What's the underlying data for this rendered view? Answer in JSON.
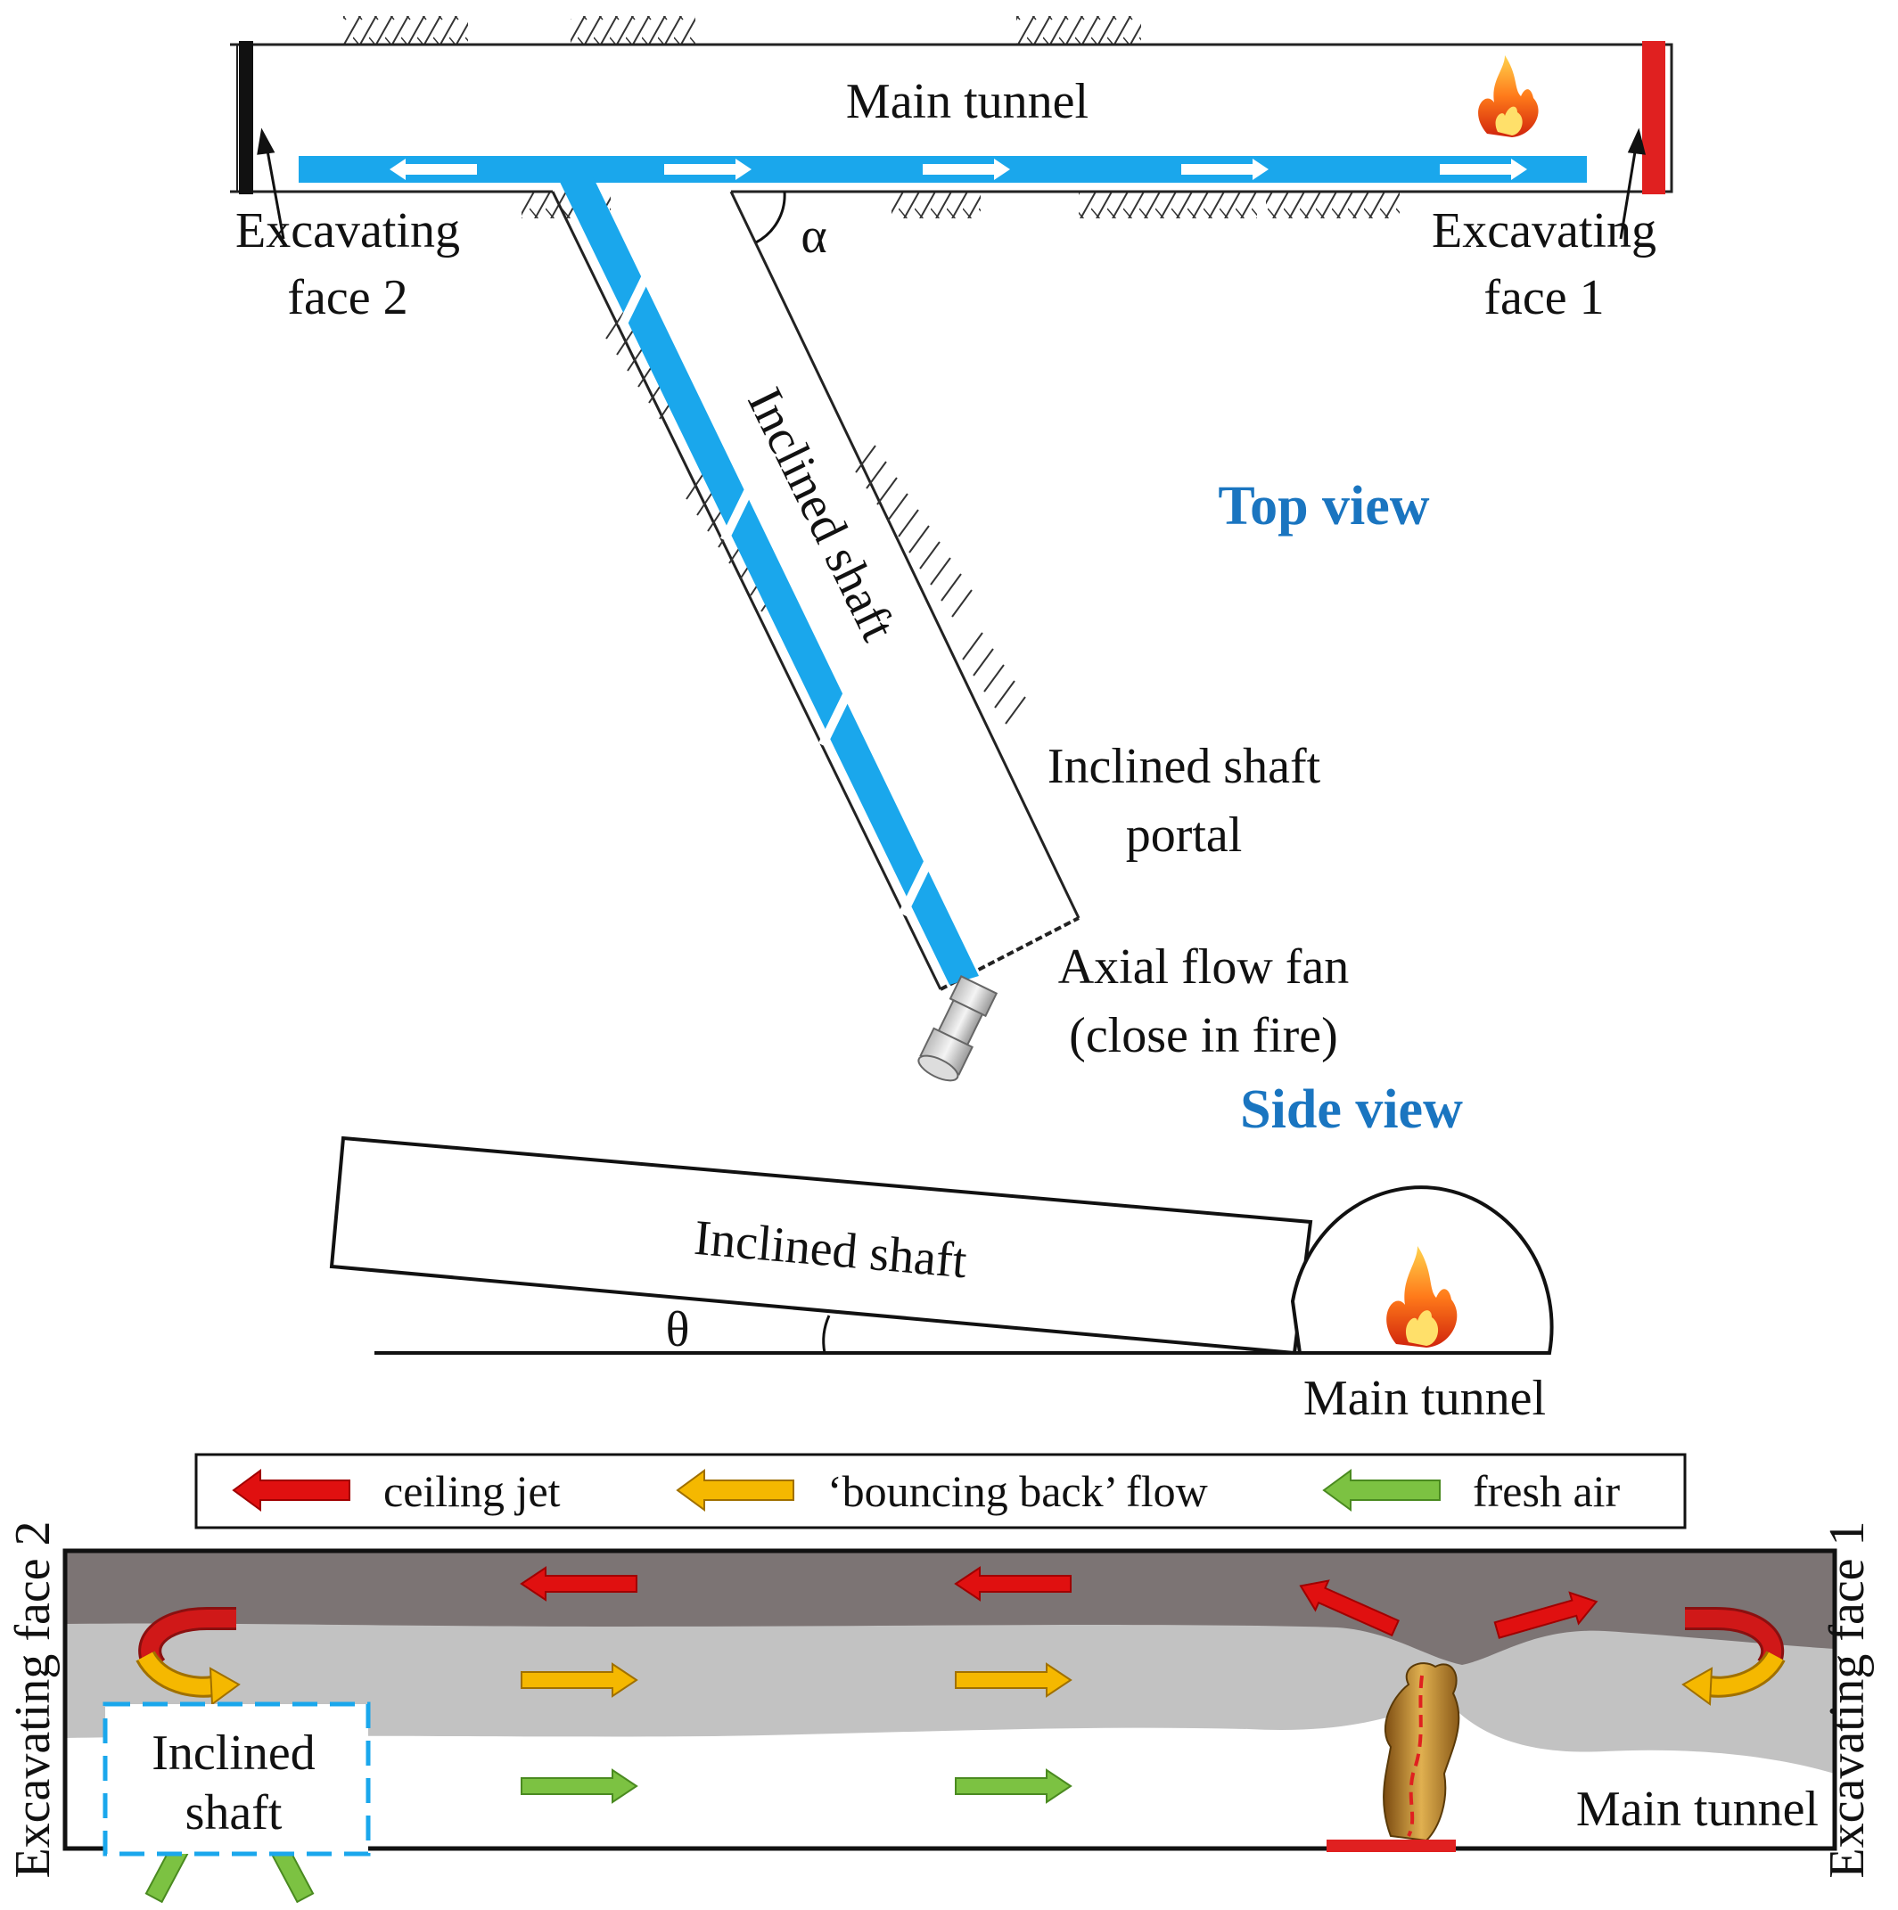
{
  "top_view": {
    "title": "Top view",
    "main_tunnel_label": "Main tunnel",
    "excavating_face_2": [
      "Excavating",
      "face 2"
    ],
    "excavating_face_1": [
      "Excavating",
      "face 1"
    ],
    "inclined_shaft_label": "Inclined shaft",
    "angle_label": "α",
    "portal_label": [
      "Inclined shaft",
      "portal"
    ],
    "fan_label": [
      "Axial flow fan",
      "(close in fire)"
    ]
  },
  "side_view": {
    "title": "Side view",
    "inclined_shaft_label": "Inclined shaft",
    "angle_label": "θ",
    "main_tunnel_label": "Main tunnel"
  },
  "legend": {
    "ceiling_jet": "ceiling jet",
    "bouncing_back": "‘bouncing back’ flow",
    "fresh_air": "fresh air"
  },
  "flow_diagram": {
    "face_2_label": "Excavating face 2",
    "face_1_label": "Excavating face 1",
    "shaft_label": [
      "Inclined",
      "shaft"
    ],
    "main_tunnel_label": "Main tunnel"
  },
  "colors": {
    "duct": "#1aa7ec",
    "ceiling_jet": "#e01010",
    "bouncing_back": "#f5b800",
    "fresh_air": "#7cc242",
    "smoke_dark": "#7c7474",
    "smoke_light": "#c2c2c2",
    "title_blue": "#1a75c0",
    "face_1": "#e02020",
    "face_2": "#111111"
  }
}
